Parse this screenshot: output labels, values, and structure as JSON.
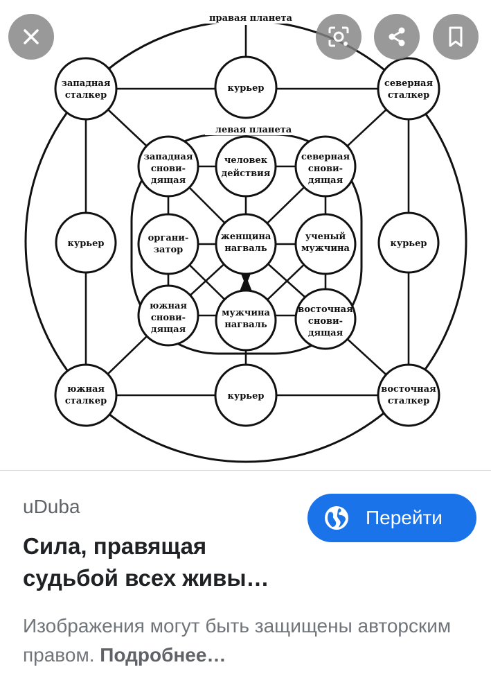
{
  "diagram": {
    "top_label": "правая планета",
    "middle_label": "левая планета",
    "nodes": {
      "west_stalker": [
        "западная",
        "сталкер"
      ],
      "courier_top": [
        "курьер"
      ],
      "north_stalker": [
        "северная",
        "сталкер"
      ],
      "west_dreamer": [
        "западная",
        "снови-",
        "дящая"
      ],
      "man_of_action": [
        "человек",
        "действия"
      ],
      "north_dreamer": [
        "северная",
        "снови-",
        "дящая"
      ],
      "courier_left": [
        "курьер"
      ],
      "organizer": [
        "органи-",
        "затор"
      ],
      "woman_nagual": [
        "женщина",
        "нагваль"
      ],
      "scholar": [
        "ученый",
        "мужчина"
      ],
      "courier_right": [
        "курьер"
      ],
      "south_dreamer": [
        "южная",
        "снови-",
        "дящая"
      ],
      "man_nagual": [
        "мужчина",
        "нагваль"
      ],
      "east_dreamer": [
        "восточная",
        "снови-",
        "дящая"
      ],
      "south_stalker": [
        "южная",
        "сталкер"
      ],
      "courier_bottom": [
        "курьер"
      ],
      "east_stalker": [
        "восточная",
        "сталкер"
      ]
    }
  },
  "controls": {
    "close": "close-icon",
    "lens": "lens-icon",
    "share": "share-icon",
    "bookmark": "bookmark-icon"
  },
  "info": {
    "source": "uDuba",
    "title": "Сила, правящая судьбой всех живы…",
    "button_label": "Перейти",
    "notice_text": "Изображения могут быть защищены авторским правом. ",
    "notice_more": "Подробнее…"
  },
  "colors": {
    "button_bg": "#1a73e8",
    "fab_bg": "#828282"
  }
}
